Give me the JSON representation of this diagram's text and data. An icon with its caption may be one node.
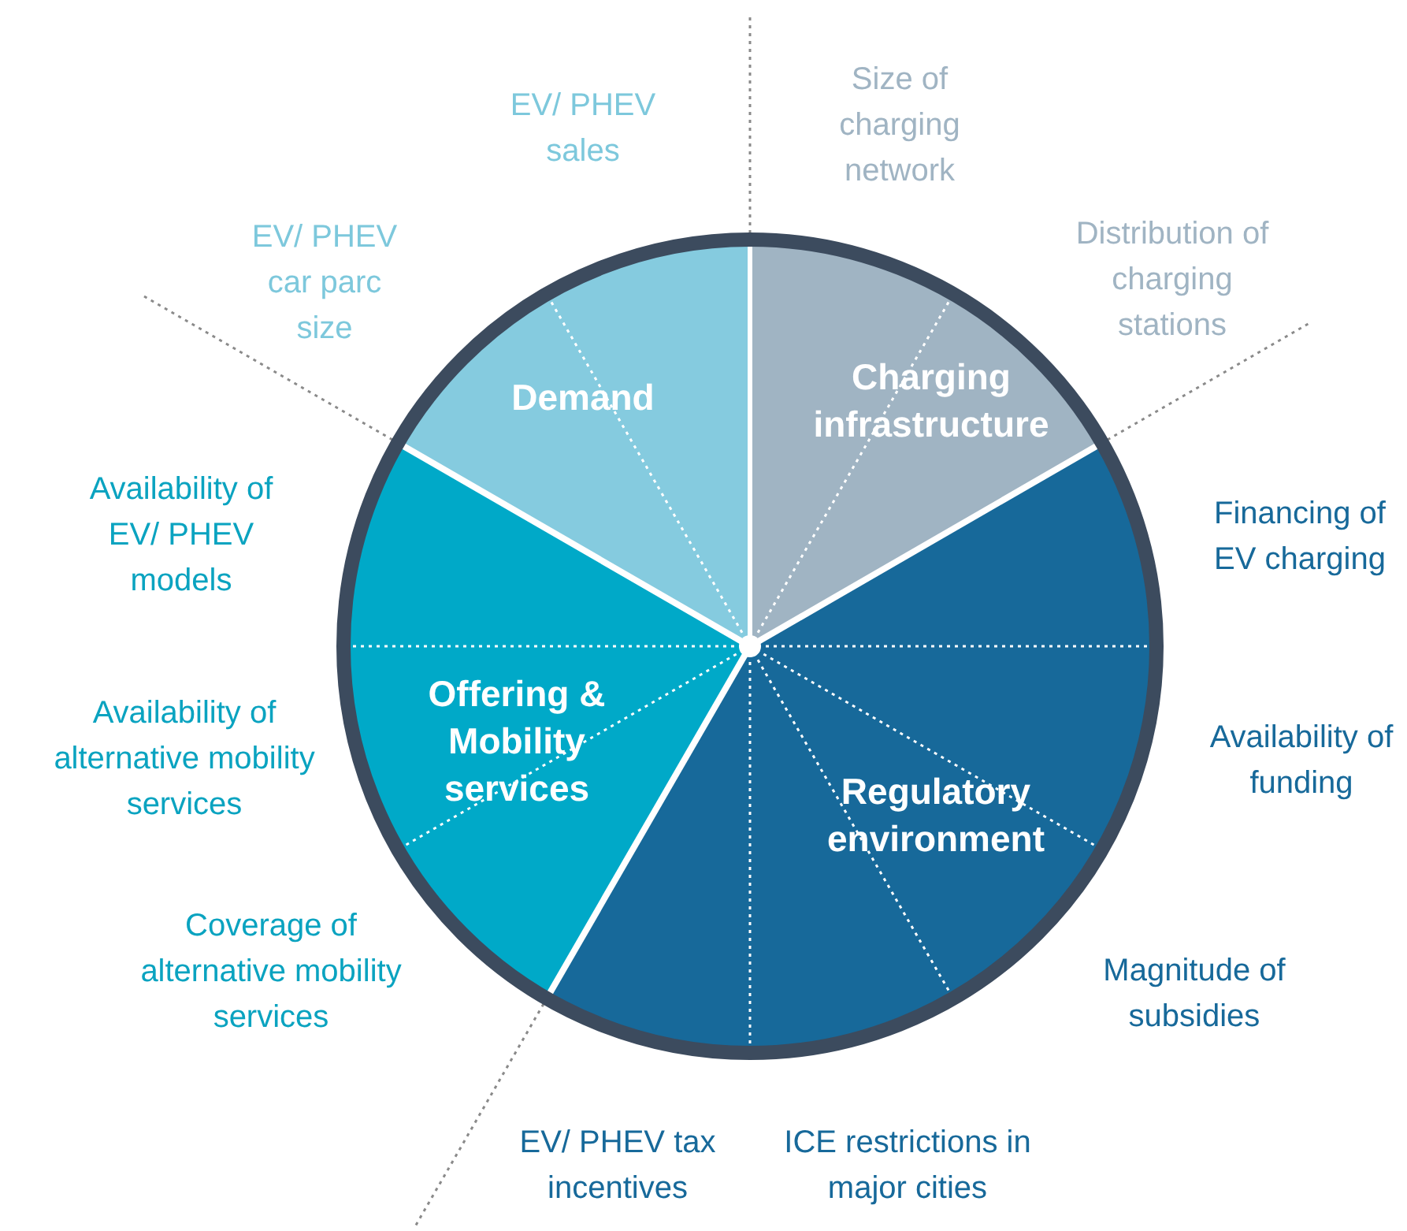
{
  "diagram": {
    "nodes": [
      {
        "text": [
          "Demand"
        ]
      },
      {
        "text": [
          "Charging infrastructure"
        ]
      },
      {
        "text": [
          "Offering & Mobility services"
        ]
      },
      {
        "text": [
          "Regulatory environment"
        ]
      }
    ],
    "labels": [
      "EV/ PHEV sales",
      "Size of charging network",
      "EV/ PHEV car parc size",
      "Distribution of charging stations",
      "Availability of EV/ PHEV models",
      "Financing of EV charging",
      "Availability of alternative mobility services",
      "Availability of funding",
      "Coverage of alternative mobility services",
      "Magnitude of subsidies",
      "EV/ PHEV tax incentives",
      "ICE restrictions in major cities"
    ]
  }
}
